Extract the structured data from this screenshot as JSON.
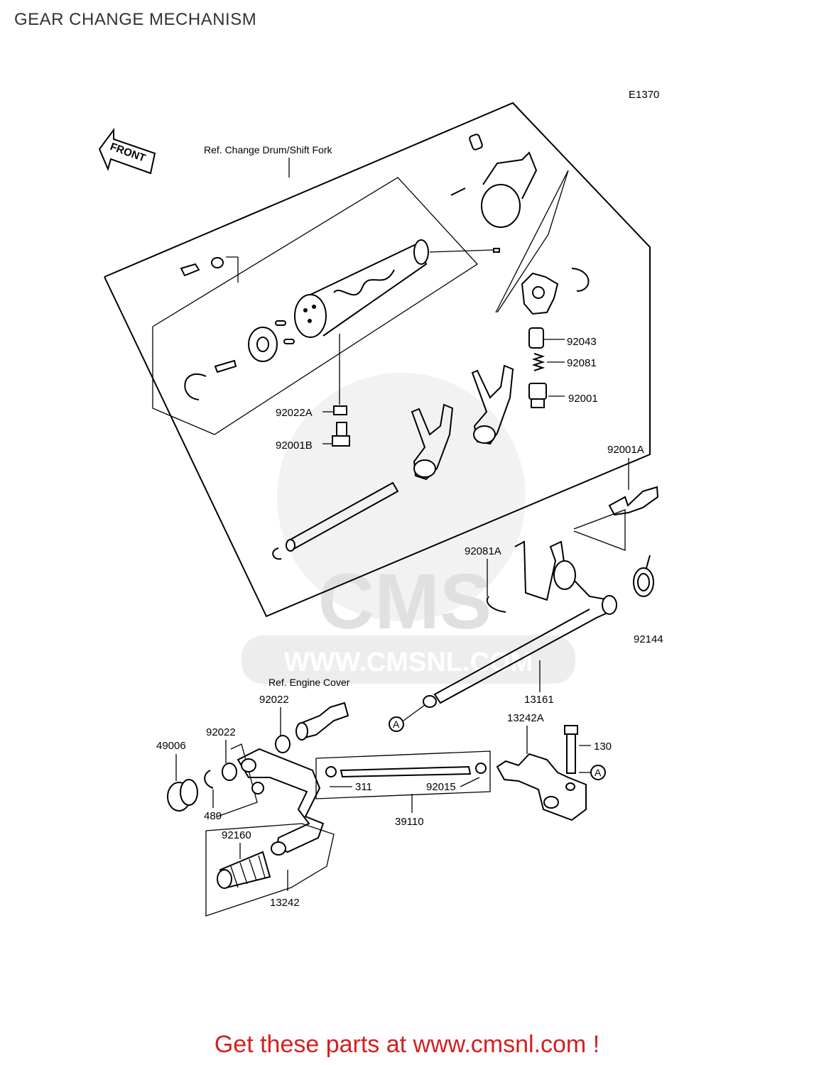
{
  "page": {
    "title": "GEAR CHANGE MECHANISM",
    "footer": "Get these parts at www.cmsnl.com !"
  },
  "diagram": {
    "code": "E1370",
    "front_label": "FRONT",
    "ref_drum": "Ref. Change Drum/Shift Fork",
    "ref_engine": "Ref.  Engine Cover",
    "watermark_text": "CMS",
    "watermark_url": "WWW.CMSNL.COM",
    "callout_a1": "A",
    "callout_a2": "A",
    "parts": {
      "p92043": "92043",
      "p92081": "92081",
      "p92001": "92001",
      "p92022A": "92022A",
      "p92001B": "92001B",
      "p92001A": "92001A",
      "p92081A": "92081A",
      "p92144": "92144",
      "p13161": "13161",
      "p92022_top": "92022",
      "p92022_mid": "92022",
      "p49006": "49006",
      "p480": "480",
      "p311": "311",
      "p92015": "92015",
      "p39110": "39110",
      "p13242A": "13242A",
      "p130": "130",
      "p92160": "92160",
      "p13242": "13242"
    }
  }
}
